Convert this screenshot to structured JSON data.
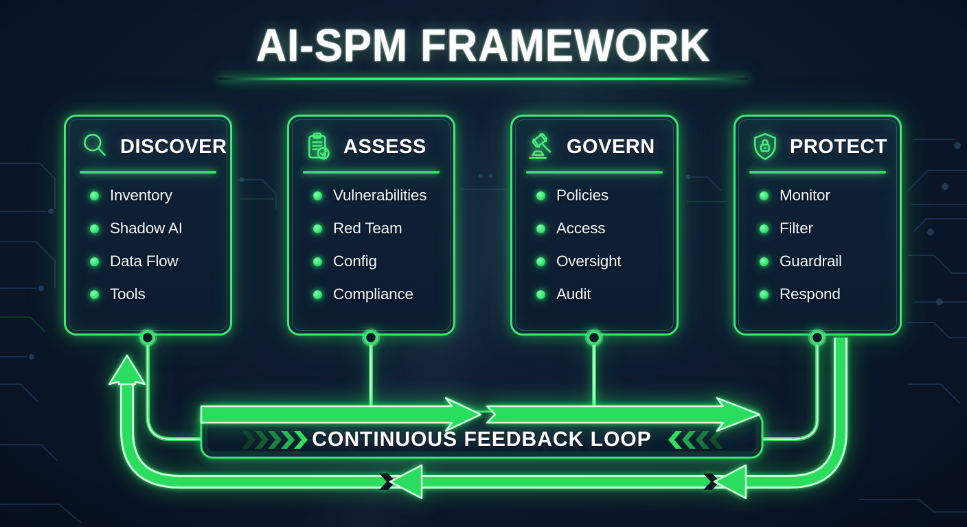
{
  "title": "AI-SPM FRAMEWORK",
  "colors": {
    "accent": "#2ee05f",
    "background": "#0d1a2f",
    "card_fill": "#0e2136",
    "text": "#ffffff"
  },
  "cards": [
    {
      "id": "discover",
      "icon": "magnifier-icon",
      "title": "DISCOVER",
      "items": [
        "Inventory",
        "Shadow AI",
        "Data Flow",
        "Tools"
      ]
    },
    {
      "id": "assess",
      "icon": "clipboard-check-icon",
      "title": "ASSESS",
      "items": [
        "Vulnerabilities",
        "Red Team",
        "Config",
        "Compliance"
      ]
    },
    {
      "id": "govern",
      "icon": "gavel-icon",
      "title": "GOVERN",
      "items": [
        "Policies",
        "Access",
        "Oversight",
        "Audit"
      ]
    },
    {
      "id": "protect",
      "icon": "shield-lock-icon",
      "title": "PROTECT",
      "items": [
        "Monitor",
        "Filter",
        "Guardrail",
        "Respond"
      ]
    }
  ],
  "feedback_loop": {
    "label": "CONTINUOUS FEEDBACK LOOP"
  }
}
